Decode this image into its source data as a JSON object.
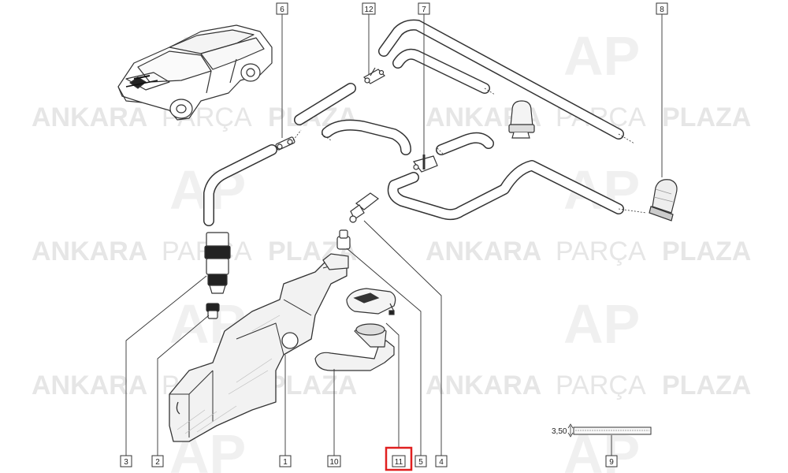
{
  "diagram": {
    "watermark": {
      "word1": "ANKARA",
      "word2": "PARÇA",
      "word3": "PLAZA",
      "logo": "AP",
      "color": "#e8e8e8"
    },
    "callouts": [
      {
        "id": "c6",
        "label": "6"
      },
      {
        "id": "c12",
        "label": "12"
      },
      {
        "id": "c7",
        "label": "7"
      },
      {
        "id": "c8",
        "label": "8"
      },
      {
        "id": "c3",
        "label": "3"
      },
      {
        "id": "c2",
        "label": "2"
      },
      {
        "id": "c1",
        "label": "1"
      },
      {
        "id": "c10",
        "label": "10"
      },
      {
        "id": "c11",
        "label": "11",
        "highlighted": true
      },
      {
        "id": "c5",
        "label": "5"
      },
      {
        "id": "c4",
        "label": "4"
      },
      {
        "id": "c9",
        "label": "9"
      }
    ],
    "dimension_label": "3,50",
    "highlight_color": "#e02020",
    "line_color": "#333333"
  }
}
